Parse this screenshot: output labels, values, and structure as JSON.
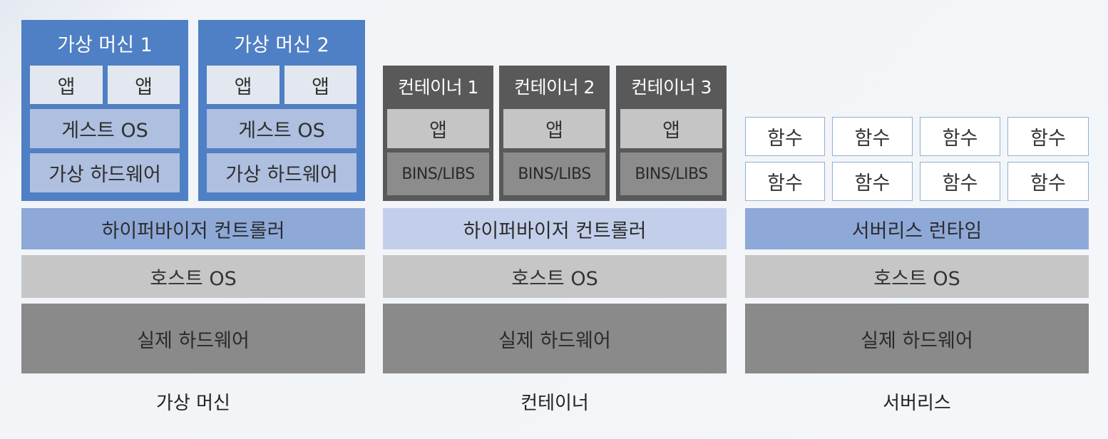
{
  "vm": {
    "machines": [
      {
        "title": "가상 머신 1",
        "apps": [
          "앱",
          "앱"
        ],
        "guest_os": "게스트 OS",
        "virtual_hw": "가상 하드웨어"
      },
      {
        "title": "가상 머신 2",
        "apps": [
          "앱",
          "앱"
        ],
        "guest_os": "게스트 OS",
        "virtual_hw": "가상 하드웨어"
      }
    ],
    "hypervisor": "하이퍼바이저 컨트롤러",
    "host_os": "호스트 OS",
    "hardware": "실제 하드웨어",
    "caption": "가상 머신"
  },
  "container": {
    "containers": [
      {
        "title": "컨테이너 1",
        "app": "앱",
        "bins": "BINS/LIBS"
      },
      {
        "title": "컨테이너 2",
        "app": "앱",
        "bins": "BINS/LIBS"
      },
      {
        "title": "컨테이너 3",
        "app": "앱",
        "bins": "BINS/LIBS"
      }
    ],
    "controller": "하이퍼바이저 컨트롤러",
    "host_os": "호스트 OS",
    "hardware": "실제 하드웨어",
    "caption": "컨테이너"
  },
  "serverless": {
    "functions": [
      "함수",
      "함수",
      "함수",
      "함수",
      "함수",
      "함수",
      "함수",
      "함수"
    ],
    "runtime": "서버리스 런타임",
    "host_os": "호스트 OS",
    "hardware": "실제 하드웨어",
    "caption": "서버리스"
  },
  "colors": {
    "vm_blue": "#4f7fc4",
    "hypervisor_blue": "#8ea9d8",
    "container_gray": "#595959",
    "host_gray": "#c6c6c6",
    "hardware_gray": "#8a8a8a",
    "function_border": "#8fb0d6"
  }
}
